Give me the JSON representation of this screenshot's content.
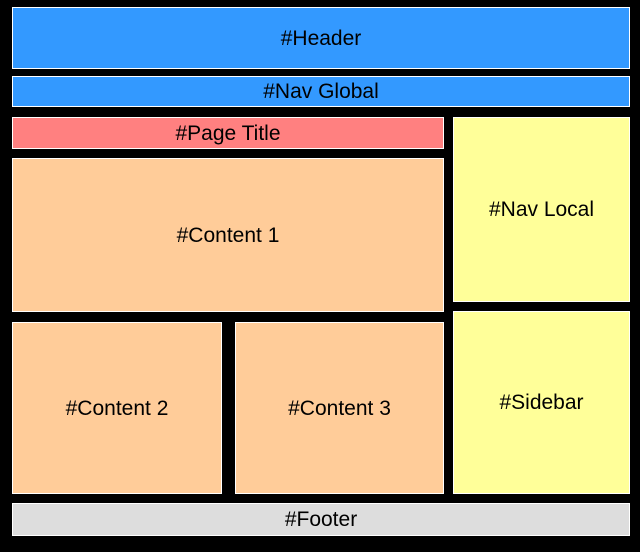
{
  "layout_diagram": {
    "header": {
      "label": "#Header",
      "color": "#3399ff"
    },
    "nav_global": {
      "label": "#Nav Global",
      "color": "#3399ff"
    },
    "page_title": {
      "label": "#Page Title",
      "color": "#ff8080"
    },
    "content_1": {
      "label": "#Content 1",
      "color": "#ffcc99"
    },
    "content_2": {
      "label": "#Content 2",
      "color": "#ffcc99"
    },
    "content_3": {
      "label": "#Content 3",
      "color": "#ffcc99"
    },
    "nav_local": {
      "label": "#Nav Local",
      "color": "#ffff99"
    },
    "sidebar": {
      "label": "#Sidebar",
      "color": "#ffff99"
    },
    "footer": {
      "label": "#Footer",
      "color": "#dddddd"
    }
  }
}
